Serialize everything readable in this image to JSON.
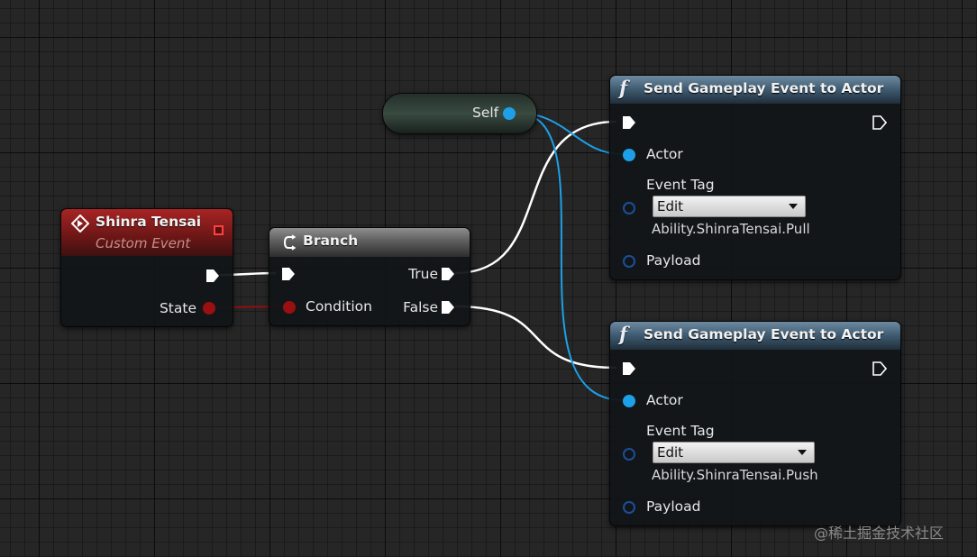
{
  "colors": {
    "exec": "#ffffff",
    "object_pin": "#1da0e8",
    "bool_pin": "#9a0f0f",
    "struct_pin": "#1a4f9a",
    "event_header": "#a82424",
    "function_header": "#3e5a70"
  },
  "event_node": {
    "title": "Shinra Tensai",
    "subtitle": "Custom Event",
    "icon": "event-diamond-icon",
    "outputs": {
      "state_label": "State"
    }
  },
  "branch_node": {
    "title": "Branch",
    "icon": "branch-icon",
    "inputs": {
      "condition_label": "Condition"
    },
    "outputs": {
      "true_label": "True",
      "false_label": "False"
    }
  },
  "self_node": {
    "label": "Self"
  },
  "send_nodes": [
    {
      "function_icon": "f",
      "title": "Send Gameplay Event to Actor",
      "actor_label": "Actor",
      "event_tag_label": "Event Tag",
      "edit_label": "Edit",
      "tag_value": "Ability.ShinraTensai.Pull",
      "payload_label": "Payload"
    },
    {
      "function_icon": "f",
      "title": "Send Gameplay Event to Actor",
      "actor_label": "Actor",
      "event_tag_label": "Event Tag",
      "edit_label": "Edit",
      "tag_value": "Ability.ShinraTensai.Push",
      "payload_label": "Payload"
    }
  ],
  "watermark": "@稀土掘金技术社区"
}
